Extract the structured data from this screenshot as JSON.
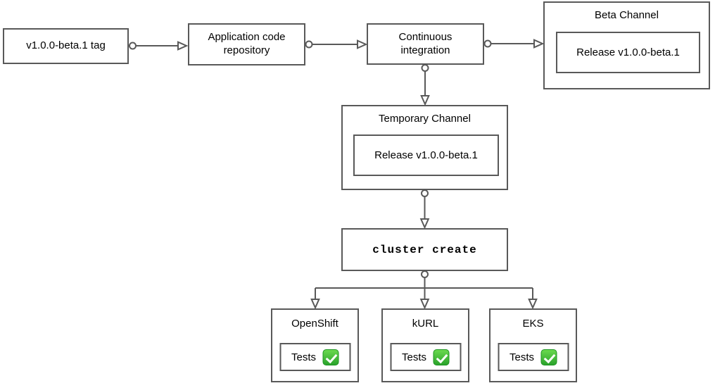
{
  "diagram": {
    "type": "flowchart",
    "nodes": {
      "tag": {
        "label": "v1.0.0-beta.1 tag"
      },
      "repo": {
        "label": "Application code\nrepository"
      },
      "ci": {
        "label": "Continuous\nintegration"
      },
      "beta_channel": {
        "title": "Beta Channel",
        "release": "Release v1.0.0-beta.1"
      },
      "temp_channel": {
        "title": "Temporary Channel",
        "release": "Release v1.0.0-beta.1"
      },
      "cluster_create": {
        "label": "cluster create"
      },
      "openshift": {
        "title": "OpenShift",
        "tests_label": "Tests",
        "tests_status": "pass"
      },
      "kurl": {
        "title": "kURL",
        "tests_label": "Tests",
        "tests_status": "pass"
      },
      "eks": {
        "title": "EKS",
        "tests_label": "Tests",
        "tests_status": "pass"
      }
    },
    "edges": [
      {
        "from": "tag",
        "to": "repo"
      },
      {
        "from": "repo",
        "to": "ci"
      },
      {
        "from": "ci",
        "to": "beta_channel"
      },
      {
        "from": "ci",
        "to": "temp_channel"
      },
      {
        "from": "temp_channel",
        "to": "cluster_create"
      },
      {
        "from": "cluster_create",
        "to": "openshift"
      },
      {
        "from": "cluster_create",
        "to": "kurl"
      },
      {
        "from": "cluster_create",
        "to": "eks"
      }
    ],
    "icons": {
      "tests_check": "check-icon ✅"
    },
    "colors": {
      "border": "#595959",
      "background": "#ffffff",
      "text": "#000000",
      "check_green_light": "#6ad94f",
      "check_green_dark": "#2aa32b",
      "check_mark": "#ffffff"
    }
  }
}
